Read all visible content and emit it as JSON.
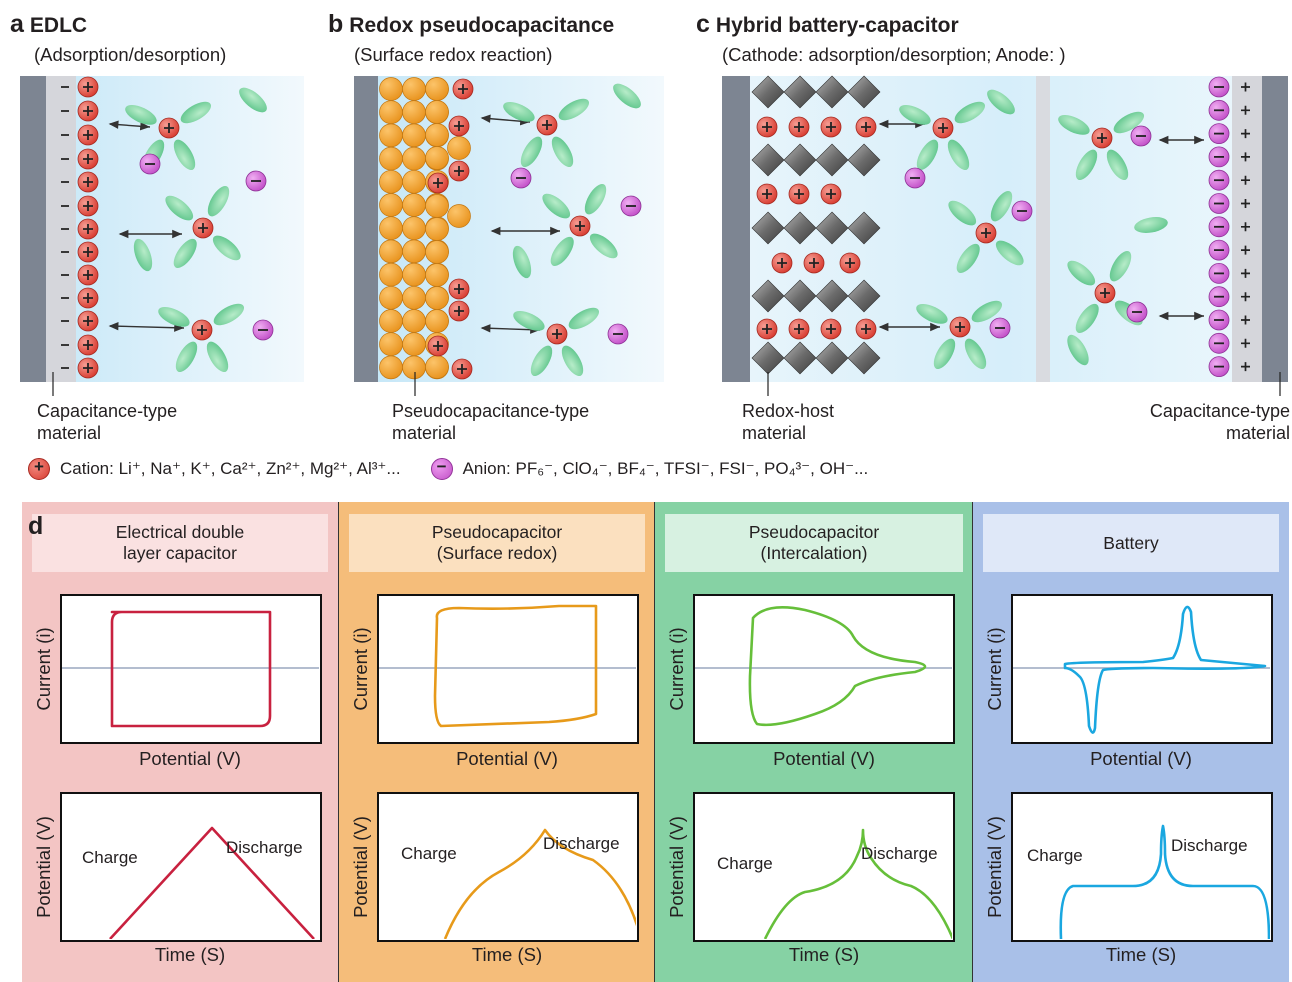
{
  "panels": {
    "a": {
      "letter": "a",
      "title": "EDLC",
      "subtitle": "(Adsorption/desorption)",
      "material_label": [
        "Capacitance-type",
        "material"
      ]
    },
    "b": {
      "letter": "b",
      "title": "Redox pseudocapacitance",
      "subtitle": "(Surface redox reaction)",
      "material_label": [
        "Pseudocapacitance-type",
        "material"
      ]
    },
    "c": {
      "letter": "c",
      "title": "Hybrid battery-capacitor",
      "subtitle": "(Cathode: adsorption/desorption; Anode: )",
      "left_label": [
        "Redox-host",
        "material"
      ],
      "right_label": [
        "Capacitance-type",
        "material"
      ]
    }
  },
  "legend": {
    "cation_symbol": "+",
    "anion_symbol": "−",
    "cation_text": "Cation: Li⁺, Na⁺, K⁺, Ca²⁺, Zn²⁺, Mg²⁺, Al³⁺...",
    "anion_text": "Anion: PF₆⁻, ClO₄⁻, BF₄⁻, TFSI⁻, FSI⁻, PO₄³⁻, OH⁻..."
  },
  "panel_d": {
    "letter": "d",
    "columns": [
      {
        "title_lines": [
          "Electrical double",
          "layer capacitor"
        ],
        "bg": "#f3c5c4",
        "head_bg": "#fae1e1",
        "curve_color": "#c8213f",
        "cv_xlabel": "Potential (V)",
        "cv_ylabel": "Current (i)",
        "gcd_xlabel": "Time (S)",
        "gcd_ylabel": "Potential (V)",
        "charge": "Charge",
        "discharge": "Discharge"
      },
      {
        "title_lines": [
          "Pseudocapacitor",
          "(Surface redox)"
        ],
        "bg": "#f5bd7a",
        "head_bg": "#fbe0bf",
        "curve_color": "#e79a1a",
        "cv_xlabel": "Potential (V)",
        "cv_ylabel": "Current (i)",
        "gcd_xlabel": "Time (S)",
        "gcd_ylabel": "Potential (V)",
        "charge": "Charge",
        "discharge": "Discharge"
      },
      {
        "title_lines": [
          "Pseudocapacitor",
          "(Intercalation)"
        ],
        "bg": "#86d2a4",
        "head_bg": "#d7f1e1",
        "curve_color": "#66bf3a",
        "cv_xlabel": "Potential (V)",
        "cv_ylabel": "Current (i)",
        "gcd_xlabel": "Time (S)",
        "gcd_ylabel": "Potential (V)",
        "charge": "Charge",
        "discharge": "Discharge"
      },
      {
        "title_lines": [
          "Battery"
        ],
        "bg": "#a9c0e8",
        "head_bg": "#dfe8f8",
        "curve_color": "#1aa7e0",
        "cv_xlabel": "Potential (V)",
        "cv_ylabel": "Current (i)",
        "gcd_xlabel": "Time (S)",
        "gcd_ylabel": "Potential (V)",
        "charge": "Charge",
        "discharge": "Discharge"
      }
    ]
  },
  "colors": {
    "cation": "#e0493e",
    "anion": "#c85ccc",
    "solvent": "#6fcf97",
    "electrode": "#7f8894",
    "pseudo_particle": "#f5a623",
    "host": "#707070"
  }
}
